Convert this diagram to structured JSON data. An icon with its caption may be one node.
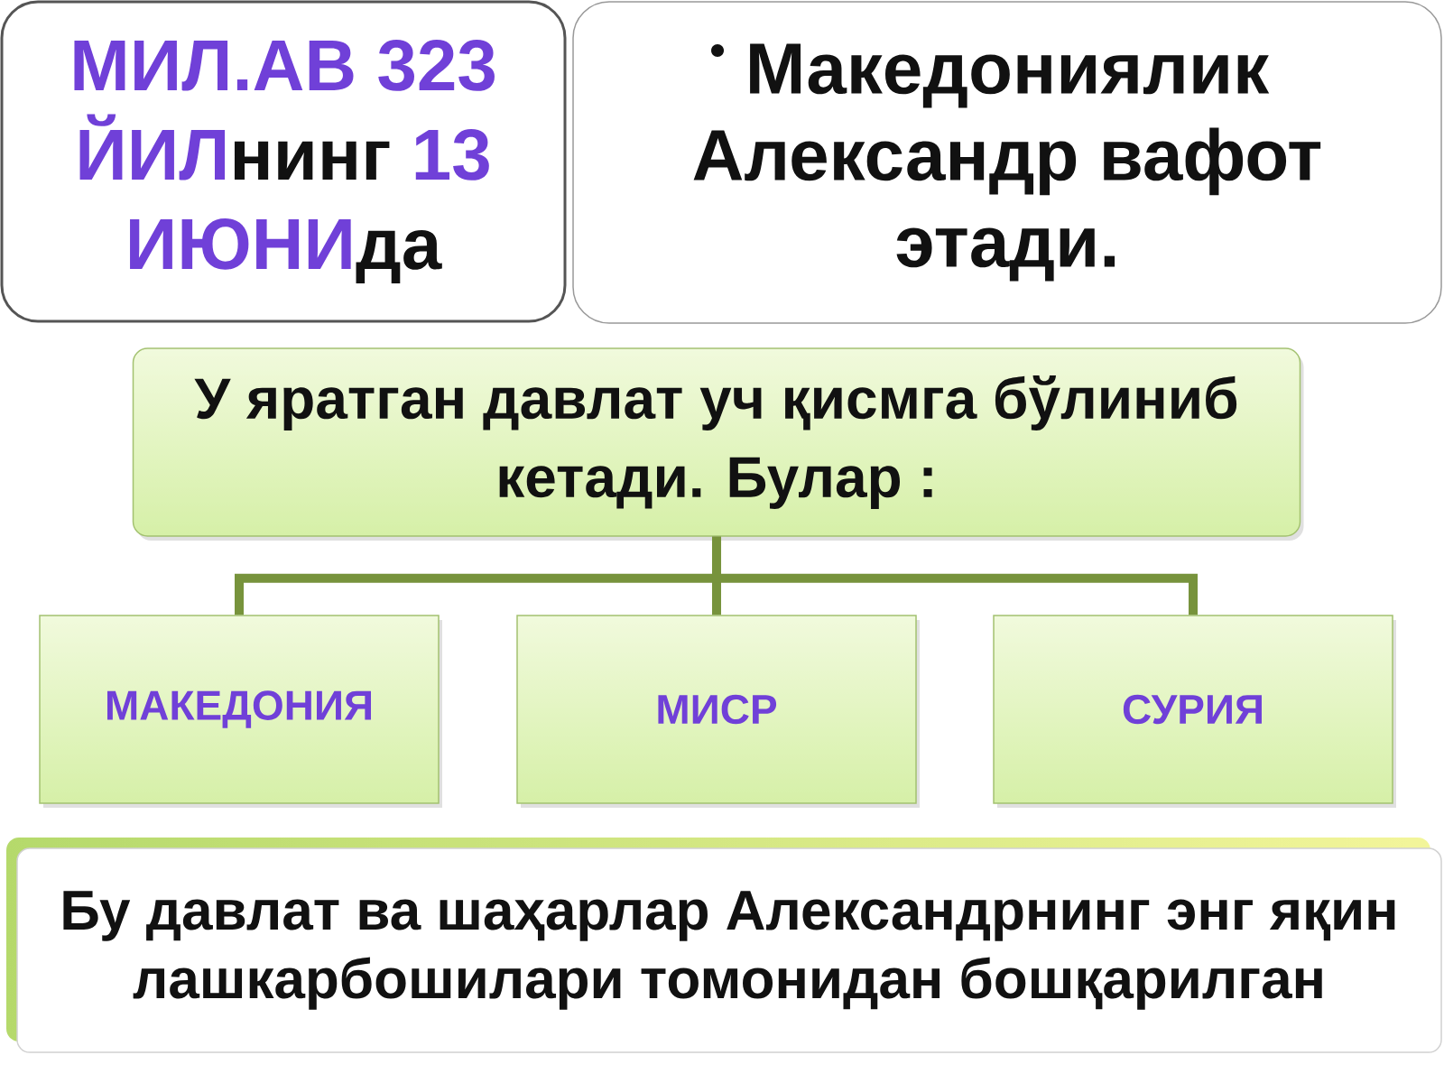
{
  "diagram": {
    "nodes": [
      {
        "text": [
          "МИЛ.АВ 323 ЙИЛнинг 13 ИЮНИда"
        ]
      },
      {
        "text": [
          "Македониялик Александр вафот этади."
        ]
      },
      {
        "text": [
          "У яратган давлат уч қисмга бўлиниб кетади. Булар :"
        ]
      },
      {
        "text": [
          "МАКЕДОНИЯ"
        ]
      },
      {
        "text": [
          "МИСР"
        ]
      },
      {
        "text": [
          "СУРИЯ"
        ]
      },
      {
        "text": [
          "Бу давлат ва шаҳарлар Александрнинг энг яқин лашкарбошилари томонидан бошқарилган"
        ]
      }
    ],
    "edges": [
      {
        "from": 2,
        "to": 3,
        "arrow": "none"
      },
      {
        "from": 2,
        "to": 4,
        "arrow": "none"
      },
      {
        "from": 2,
        "to": 5,
        "arrow": "none"
      }
    ]
  }
}
